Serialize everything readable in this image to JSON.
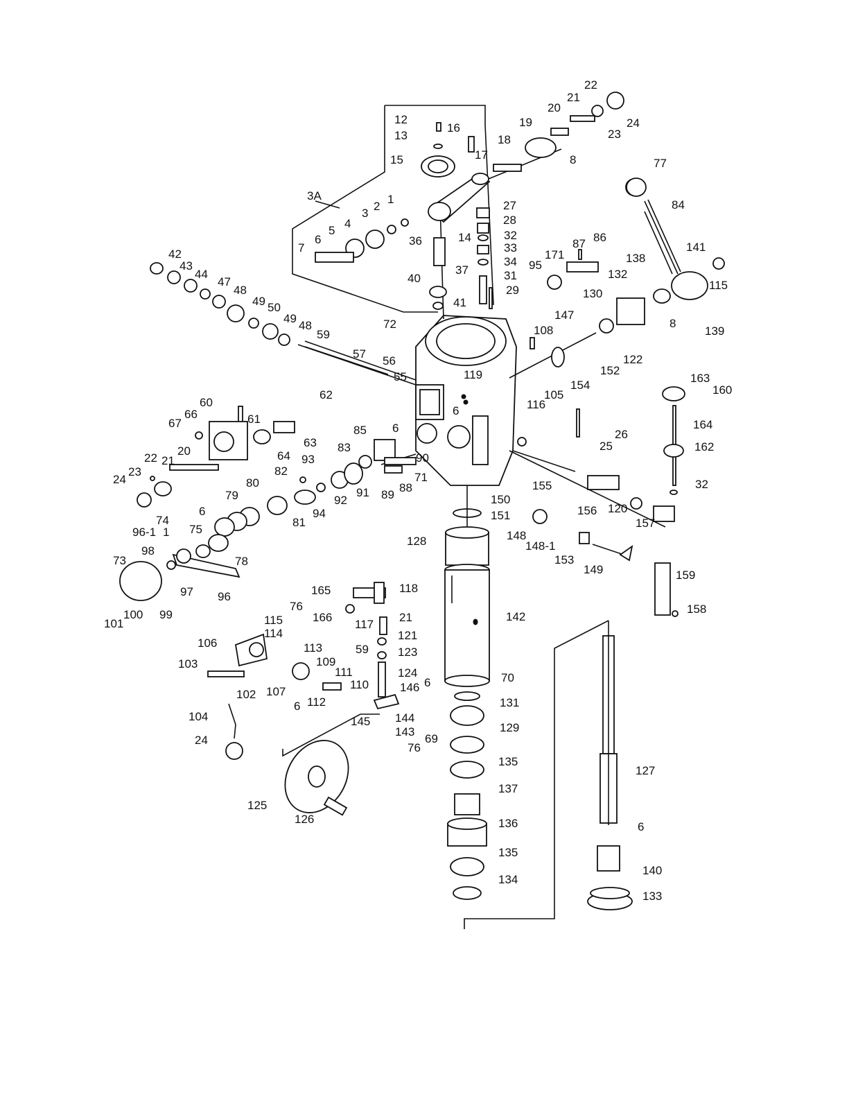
{
  "diagram": {
    "group_label": "3A",
    "labels": [
      "1",
      "2",
      "3",
      "4",
      "5",
      "6",
      "7",
      "8",
      "12",
      "13",
      "14",
      "15",
      "16",
      "17",
      "18",
      "19",
      "20",
      "21",
      "22",
      "23",
      "24",
      "25",
      "26",
      "27",
      "28",
      "29",
      "31",
      "32",
      "33",
      "34",
      "36",
      "37",
      "40",
      "41",
      "42",
      "43",
      "44",
      "47",
      "48",
      "49",
      "50",
      "55",
      "56",
      "57",
      "59",
      "60",
      "61",
      "62",
      "63",
      "64",
      "66",
      "67",
      "69",
      "70",
      "71",
      "72",
      "73",
      "74",
      "75",
      "76",
      "77",
      "78",
      "79",
      "80",
      "81",
      "82",
      "83",
      "84",
      "85",
      "86",
      "87",
      "88",
      "89",
      "90",
      "91",
      "92",
      "93",
      "94",
      "95",
      "96",
      "96-1",
      "97",
      "98",
      "99",
      "100",
      "101",
      "102",
      "103",
      "104",
      "105",
      "106",
      "107",
      "108",
      "109",
      "110",
      "111",
      "112",
      "113",
      "114",
      "115",
      "116",
      "117",
      "118",
      "119",
      "120",
      "121",
      "122",
      "123",
      "124",
      "125",
      "126",
      "127",
      "128",
      "129",
      "130",
      "131",
      "132",
      "133",
      "134",
      "135",
      "136",
      "137",
      "138",
      "139",
      "140",
      "141",
      "142",
      "143",
      "144",
      "145",
      "146",
      "147",
      "148",
      "148-1",
      "149",
      "150",
      "151",
      "152",
      "153",
      "154",
      "155",
      "156",
      "157",
      "158",
      "159",
      "160",
      "162",
      "163",
      "164",
      "165",
      "166",
      "171"
    ]
  }
}
